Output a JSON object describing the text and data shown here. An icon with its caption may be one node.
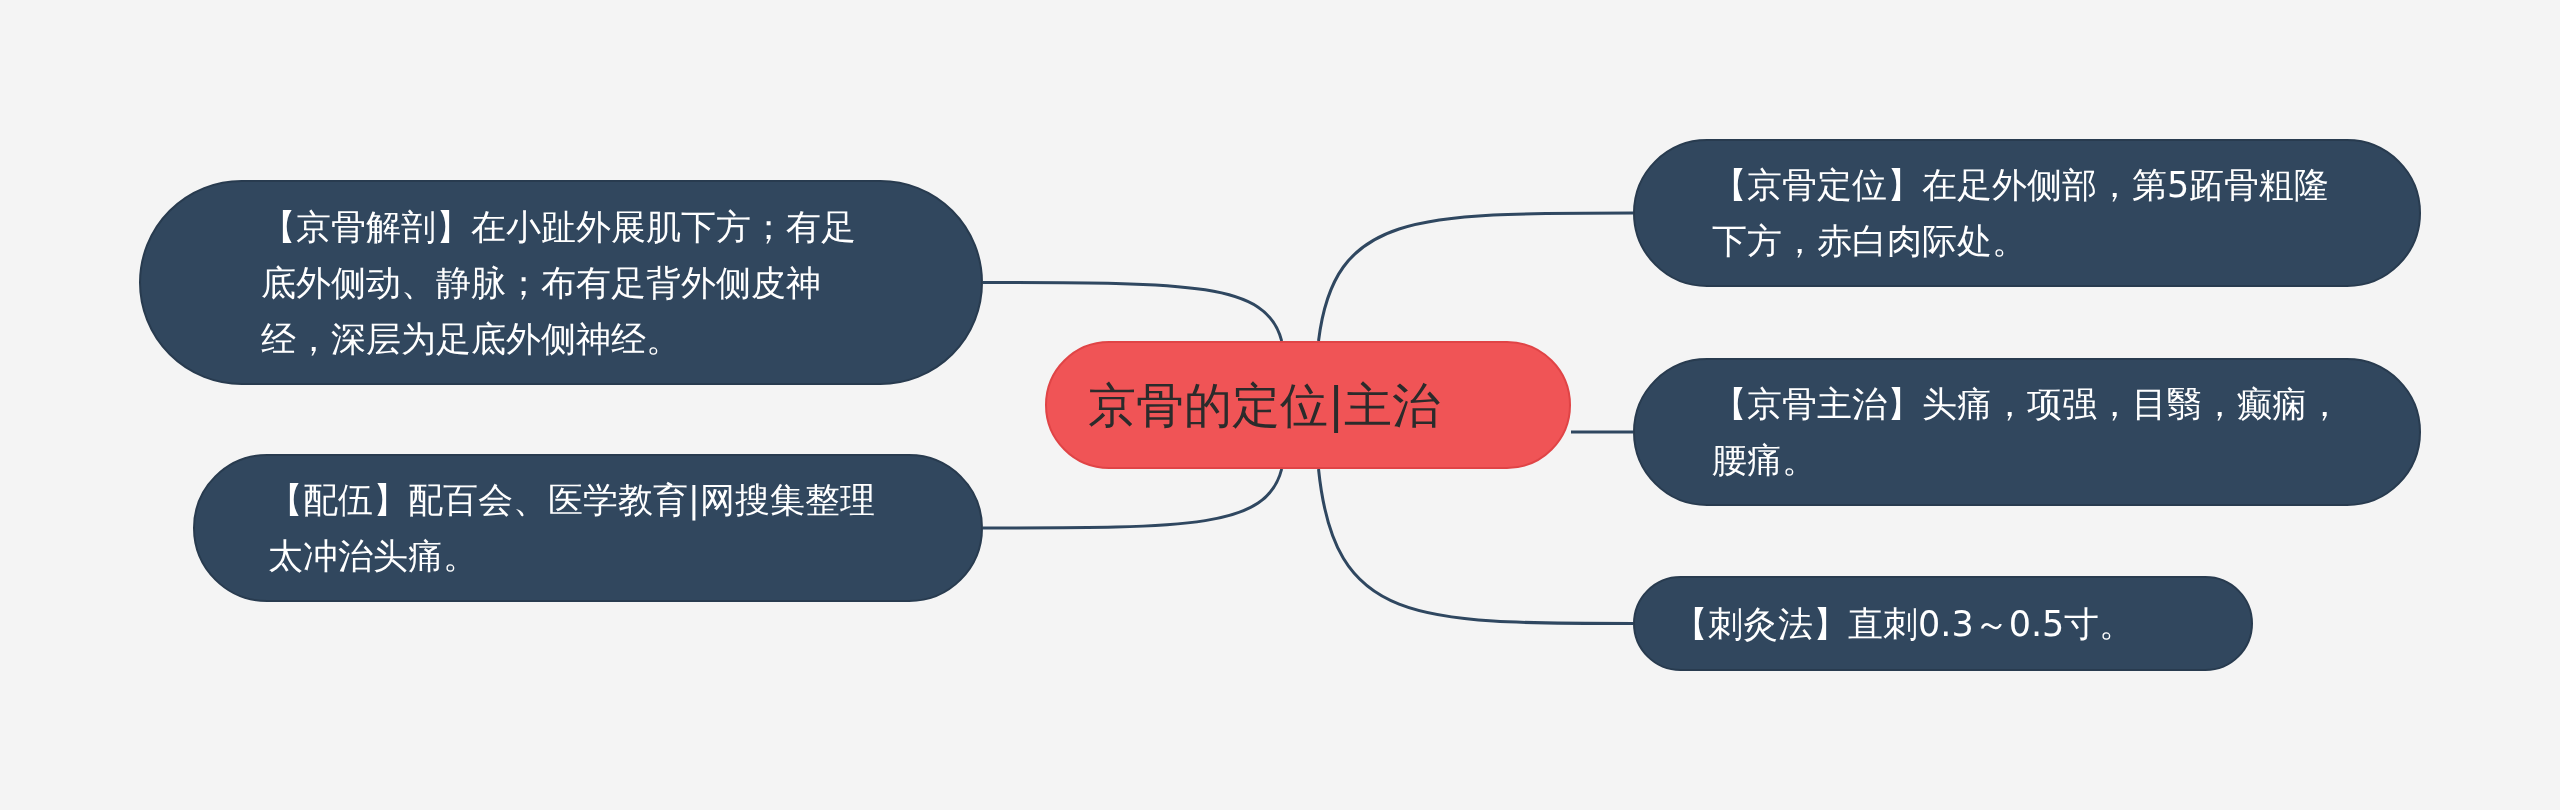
{
  "diagram": {
    "nodes": [
      {
        "text": [
          "京骨的定位|主治"
        ]
      },
      {
        "text": [
          "【京骨解剖】在小趾外展肌下方；有足底外侧动、静脉；布有足背外侧皮神经，深层为足底外侧神经。"
        ]
      },
      {
        "text": [
          "【配伍】配百会、医学教育|网搜集整理太冲治头痛。"
        ]
      },
      {
        "text": [
          "【京骨定位】在足外侧部，第5跖骨粗隆下方，赤白肉际处。"
        ]
      },
      {
        "text": [
          "【京骨主治】头痛，项强，目翳，癫痫，腰痛。"
        ]
      },
      {
        "text": [
          "【刺灸法】直刺0.3～0.5寸。"
        ]
      }
    ],
    "edges": [
      {
        "from": 0,
        "to": 1,
        "arrow": "none"
      },
      {
        "from": 0,
        "to": 2,
        "arrow": "none"
      },
      {
        "from": 0,
        "to": 3,
        "arrow": "none"
      },
      {
        "from": 0,
        "to": 4,
        "arrow": "none"
      },
      {
        "from": 0,
        "to": 5,
        "arrow": "none"
      }
    ]
  }
}
